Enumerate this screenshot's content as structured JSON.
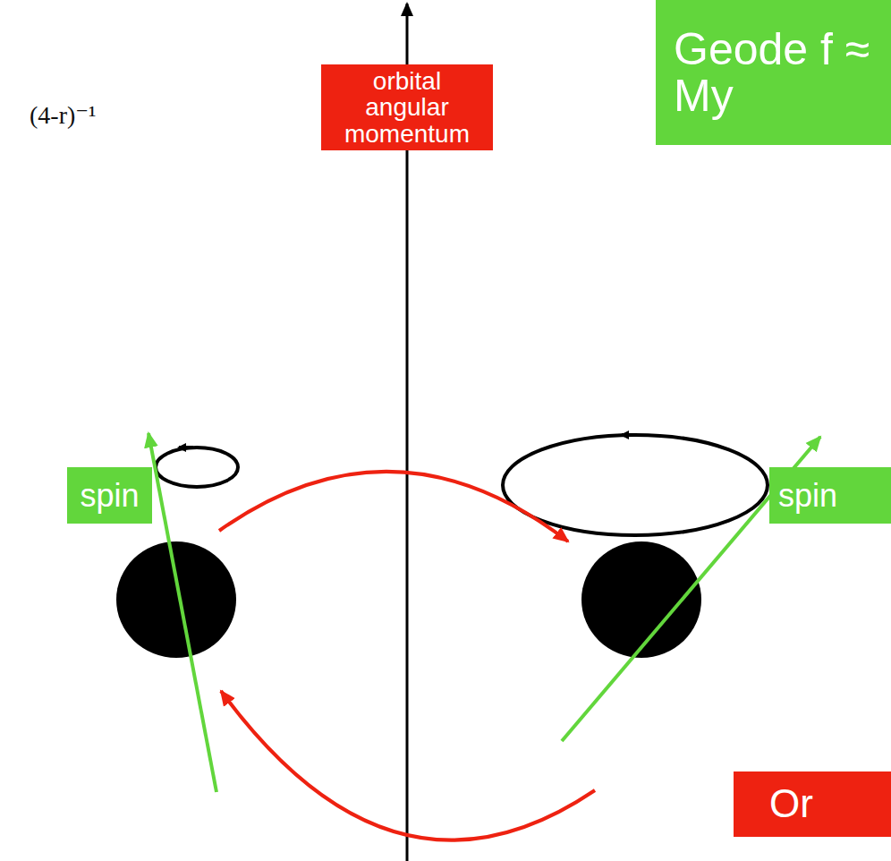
{
  "diagram": {
    "nodes": [
      {
        "text": [
          "orbital angular momentum"
        ]
      },
      {
        "text": [
          "Geode f ≈ My"
        ]
      },
      {
        "text": [
          "spin"
        ]
      },
      {
        "text": [
          "spin"
        ]
      },
      {
        "text": [
          "Or"
        ]
      }
    ],
    "labels": [
      "(4-r)⁻¹"
    ]
  }
}
